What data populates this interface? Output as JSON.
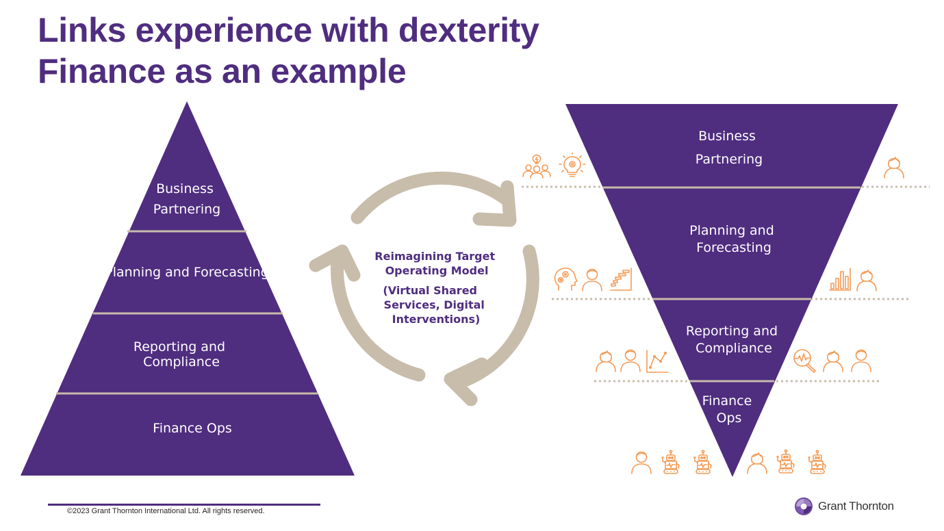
{
  "title": {
    "line1": "Links experience with dexterity",
    "line2": "Finance as an example"
  },
  "left_pyramid": {
    "orientation": "upright",
    "layers": [
      {
        "lines": [
          "Business",
          "Partnering"
        ]
      },
      {
        "lines": [
          "Planning and Forecasting"
        ]
      },
      {
        "lines": [
          "Reporting and",
          "Compliance"
        ]
      },
      {
        "lines": [
          "Finance Ops"
        ]
      }
    ]
  },
  "cycle": {
    "arrows": 3,
    "heading_lines": [
      "Reimagining Target",
      "Operating Model"
    ],
    "sub_lines": [
      "(Virtual Shared",
      "Services, Digital",
      "Interventions)"
    ]
  },
  "right_pyramid": {
    "orientation": "inverted",
    "layers": [
      {
        "lines": [
          "Business",
          "Partnering"
        ],
        "icons_left": [
          "team-idea-icon",
          "lightbulb-gear-icon"
        ],
        "icons_right": [
          "person-female-icon"
        ]
      },
      {
        "lines": [
          "Planning and",
          "Forecasting"
        ],
        "icons_left": [
          "head-gears-icon",
          "person-male-icon",
          "gantt-chart-icon"
        ],
        "icons_right": [
          "bar-chart-icon",
          "person-female-icon"
        ]
      },
      {
        "lines": [
          "Reporting and",
          "Compliance"
        ],
        "icons_left": [
          "person-female-icon",
          "person-male-icon",
          "line-chart-icon"
        ],
        "icons_right": [
          "magnifier-pulse-icon",
          "person-female-icon",
          "person-male-icon"
        ]
      },
      {
        "lines": [
          "Finance",
          "Ops"
        ],
        "icons_left": [
          "person-male-icon",
          "robot-icon",
          "robot-icon"
        ],
        "icons_right": [
          "person-female-icon",
          "robot-icon",
          "robot-icon"
        ]
      }
    ]
  },
  "footer": {
    "copyright": "©2023 Grant Thornton International Ltd. All rights reserved.",
    "brand": "Grant Thornton"
  },
  "colors": {
    "brand_purple": "#4f2d7f",
    "cycle_taupe": "#c8bcab",
    "icon_orange": "#f39a54",
    "divider": "#c8bcab"
  }
}
